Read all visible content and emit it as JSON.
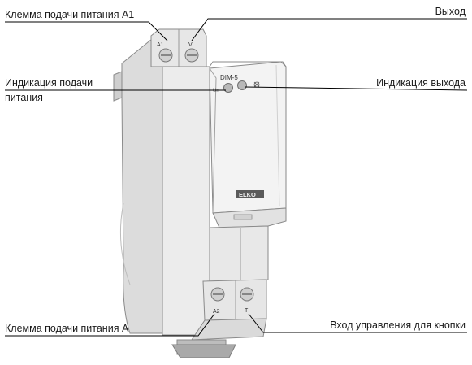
{
  "callouts": {
    "terminal_a1": "Клемма подачи питания А1",
    "output": "Выход",
    "power_indication_line1": "Индикация подачи",
    "power_indication_line2": "питания",
    "output_indication": "Индикация выхода",
    "terminal_a2": "Клемма подачи питания А2",
    "button_control_input": "Вход управления для кнопки"
  },
  "device": {
    "model": "DIM-5",
    "brand": "ELKO",
    "led_label": "Un",
    "top_terminal_labels": [
      "A1",
      "V"
    ],
    "bottom_terminal_labels": [
      "A2",
      "T"
    ]
  },
  "colors": {
    "body": "#e9e9e9",
    "body_shadow": "#cfcfcf",
    "front_panel": "#f4f4f4",
    "outline": "#8a8a8a",
    "leader_line": "#000000",
    "text": "#1a1a1a"
  }
}
